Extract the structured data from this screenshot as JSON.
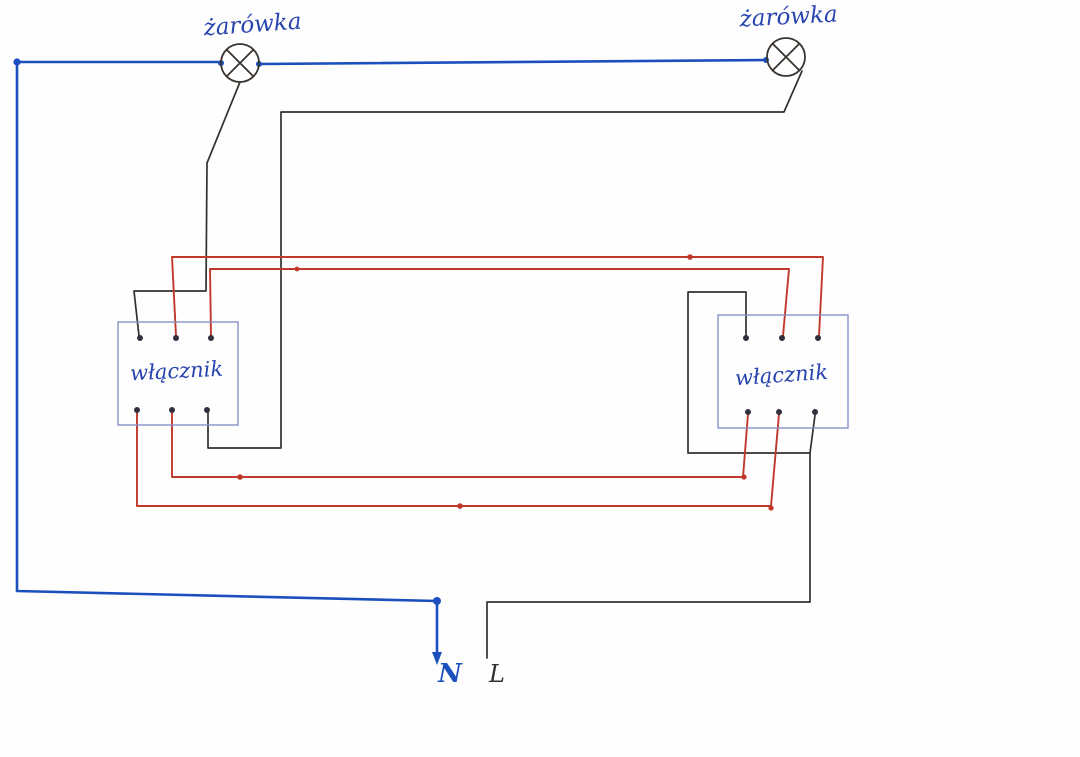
{
  "diagram": {
    "kind": "hand-drawn electrical wiring schematic",
    "labels": {
      "bulb_left": "żarówka",
      "bulb_right": "żarówka",
      "switch_left": "włącznik",
      "switch_right": "włącznik",
      "neutral": "N",
      "live": "L"
    },
    "colors": {
      "wire-neutral": "#1b4fbe",
      "wire-return": "#35302c",
      "wire-traveler": "#c0392b",
      "box-stroke": "#8a93c9",
      "ink-blue": "#2743ae",
      "paper": "#fefefe"
    },
    "components": [
      {
        "id": "lamp-left",
        "kind": "lamp-symbol",
        "label": "żarówka"
      },
      {
        "id": "lamp-right",
        "kind": "lamp-symbol",
        "label": "żarówka"
      },
      {
        "id": "switch-left",
        "kind": "switch-box",
        "label": "włącznik",
        "terminals": 6
      },
      {
        "id": "switch-right",
        "kind": "switch-box",
        "label": "włącznik",
        "terminals": 6
      }
    ],
    "wires": [
      {
        "color": "blue",
        "endpoint_label": "N",
        "connects": "left edge to both lamps and down to bottom N terminal"
      },
      {
        "color": "black",
        "connects": "lamps to switch boxes and bottom L terminal to right switch box"
      },
      {
        "color": "red",
        "connects": "four traveler wires between left and right switch boxes"
      }
    ]
  }
}
